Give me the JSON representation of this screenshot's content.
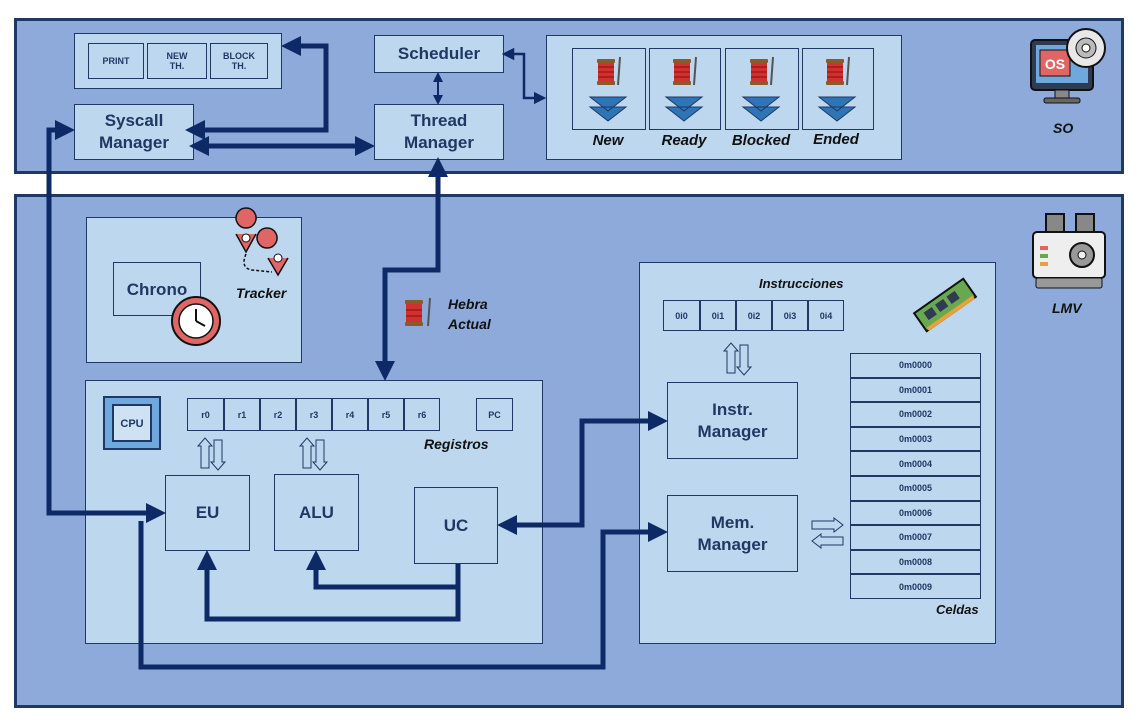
{
  "so": {
    "label": "SO",
    "os_icon_text": "OS",
    "syscalls": [
      "PRINT",
      "NEW\nTH.",
      "BLOCK\nTH."
    ],
    "syscall_manager": "Syscall\nManager",
    "scheduler": "Scheduler",
    "thread_manager": "Thread\nManager",
    "queues": [
      "New",
      "Ready",
      "Blocked",
      "Ended"
    ]
  },
  "lmv": {
    "label": "LMV",
    "chrono": "Chrono",
    "tracker": "Tracker",
    "hebra_actual": "Hebra\nActual",
    "cpu_icon_text": "CPU",
    "registers": [
      "r0",
      "r1",
      "r2",
      "r3",
      "r4",
      "r5",
      "r6"
    ],
    "pc": "PC",
    "registros_label": "Registros",
    "eu": "EU",
    "alu": "ALU",
    "uc": "UC",
    "instrucciones_label": "Instrucciones",
    "instructions": [
      "0i0",
      "0i1",
      "0i2",
      "0i3",
      "0i4"
    ],
    "instr_manager": "Instr.\nManager",
    "mem_manager": "Mem.\nManager",
    "cells": [
      "0m0000",
      "0m0001",
      "0m0002",
      "0m0003",
      "0m0004",
      "0m0005",
      "0m0006",
      "0m0007",
      "0m0008",
      "0m0009"
    ],
    "celdas_label": "Celdas"
  }
}
